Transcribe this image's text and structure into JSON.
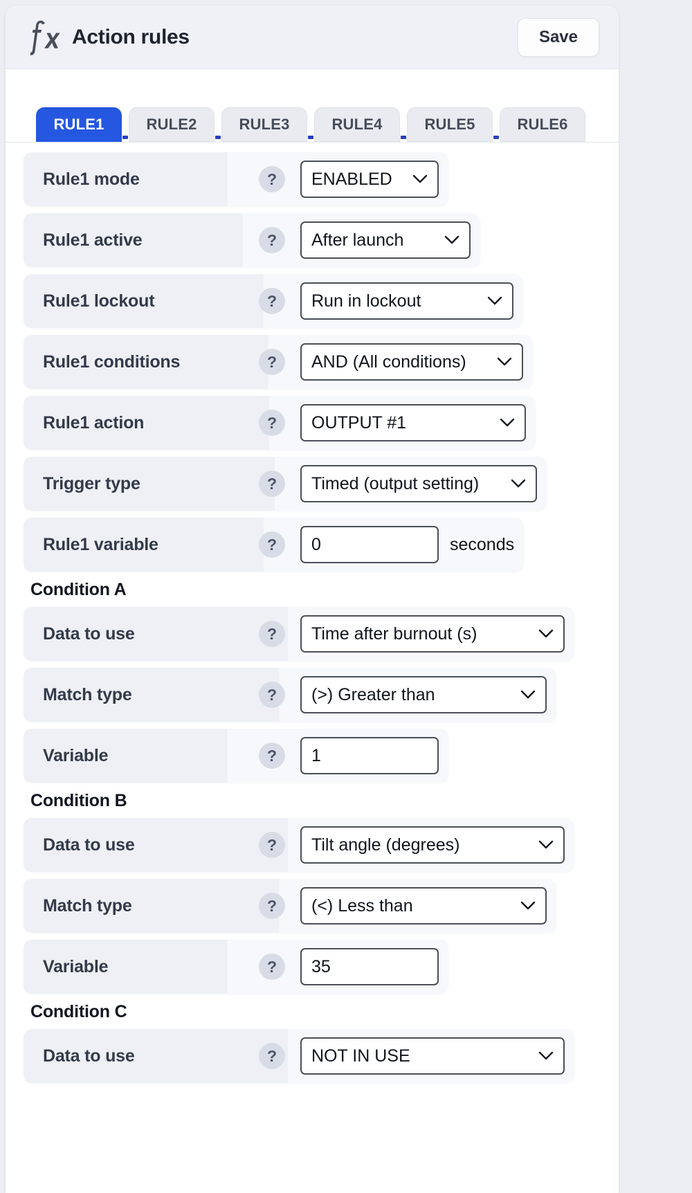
{
  "header": {
    "icon": "fx-function-icon",
    "title": "Action rules",
    "save_label": "Save"
  },
  "tabs": [
    {
      "label": "RULE1",
      "active": true
    },
    {
      "label": "RULE2",
      "active": false
    },
    {
      "label": "RULE3",
      "active": false
    },
    {
      "label": "RULE4",
      "active": false
    },
    {
      "label": "RULE5",
      "active": false
    },
    {
      "label": "RULE6",
      "active": false
    }
  ],
  "help_glyph": "?",
  "colors": {
    "accent": "#2557e0",
    "tab_separator": "#2a3fbe",
    "row_label_bg": "#eef0f5",
    "row_field_bg": "#f7f8fb",
    "header_bg": "#eff1f6",
    "field_border": "#4a4f58"
  },
  "settings": [
    {
      "label": "Rule1 mode",
      "type": "select",
      "value": "ENABLED"
    },
    {
      "label": "Rule1 active",
      "type": "select",
      "value": "After launch"
    },
    {
      "label": "Rule1 lockout",
      "type": "select",
      "value": "Run in lockout"
    },
    {
      "label": "Rule1 conditions",
      "type": "select",
      "value": "AND (All conditions)"
    },
    {
      "label": "Rule1 action",
      "type": "select",
      "value": "OUTPUT #1"
    },
    {
      "label": "Trigger type",
      "type": "select",
      "value": "Timed (output setting)"
    },
    {
      "label": "Rule1 variable",
      "type": "input",
      "value": "0",
      "unit": "seconds"
    }
  ],
  "conditions": [
    {
      "title": "Condition A",
      "rows": [
        {
          "label": "Data to use",
          "type": "select",
          "value": "Time after burnout (s)"
        },
        {
          "label": "Match type",
          "type": "select",
          "value": "(>) Greater than"
        },
        {
          "label": "Variable",
          "type": "input",
          "value": "1"
        }
      ]
    },
    {
      "title": "Condition B",
      "rows": [
        {
          "label": "Data to use",
          "type": "select",
          "value": "Tilt angle (degrees)"
        },
        {
          "label": "Match type",
          "type": "select",
          "value": "(<) Less than"
        },
        {
          "label": "Variable",
          "type": "input",
          "value": "35"
        }
      ]
    },
    {
      "title": "Condition C",
      "rows": [
        {
          "label": "Data to use",
          "type": "select",
          "value": "NOT IN USE"
        }
      ]
    }
  ]
}
